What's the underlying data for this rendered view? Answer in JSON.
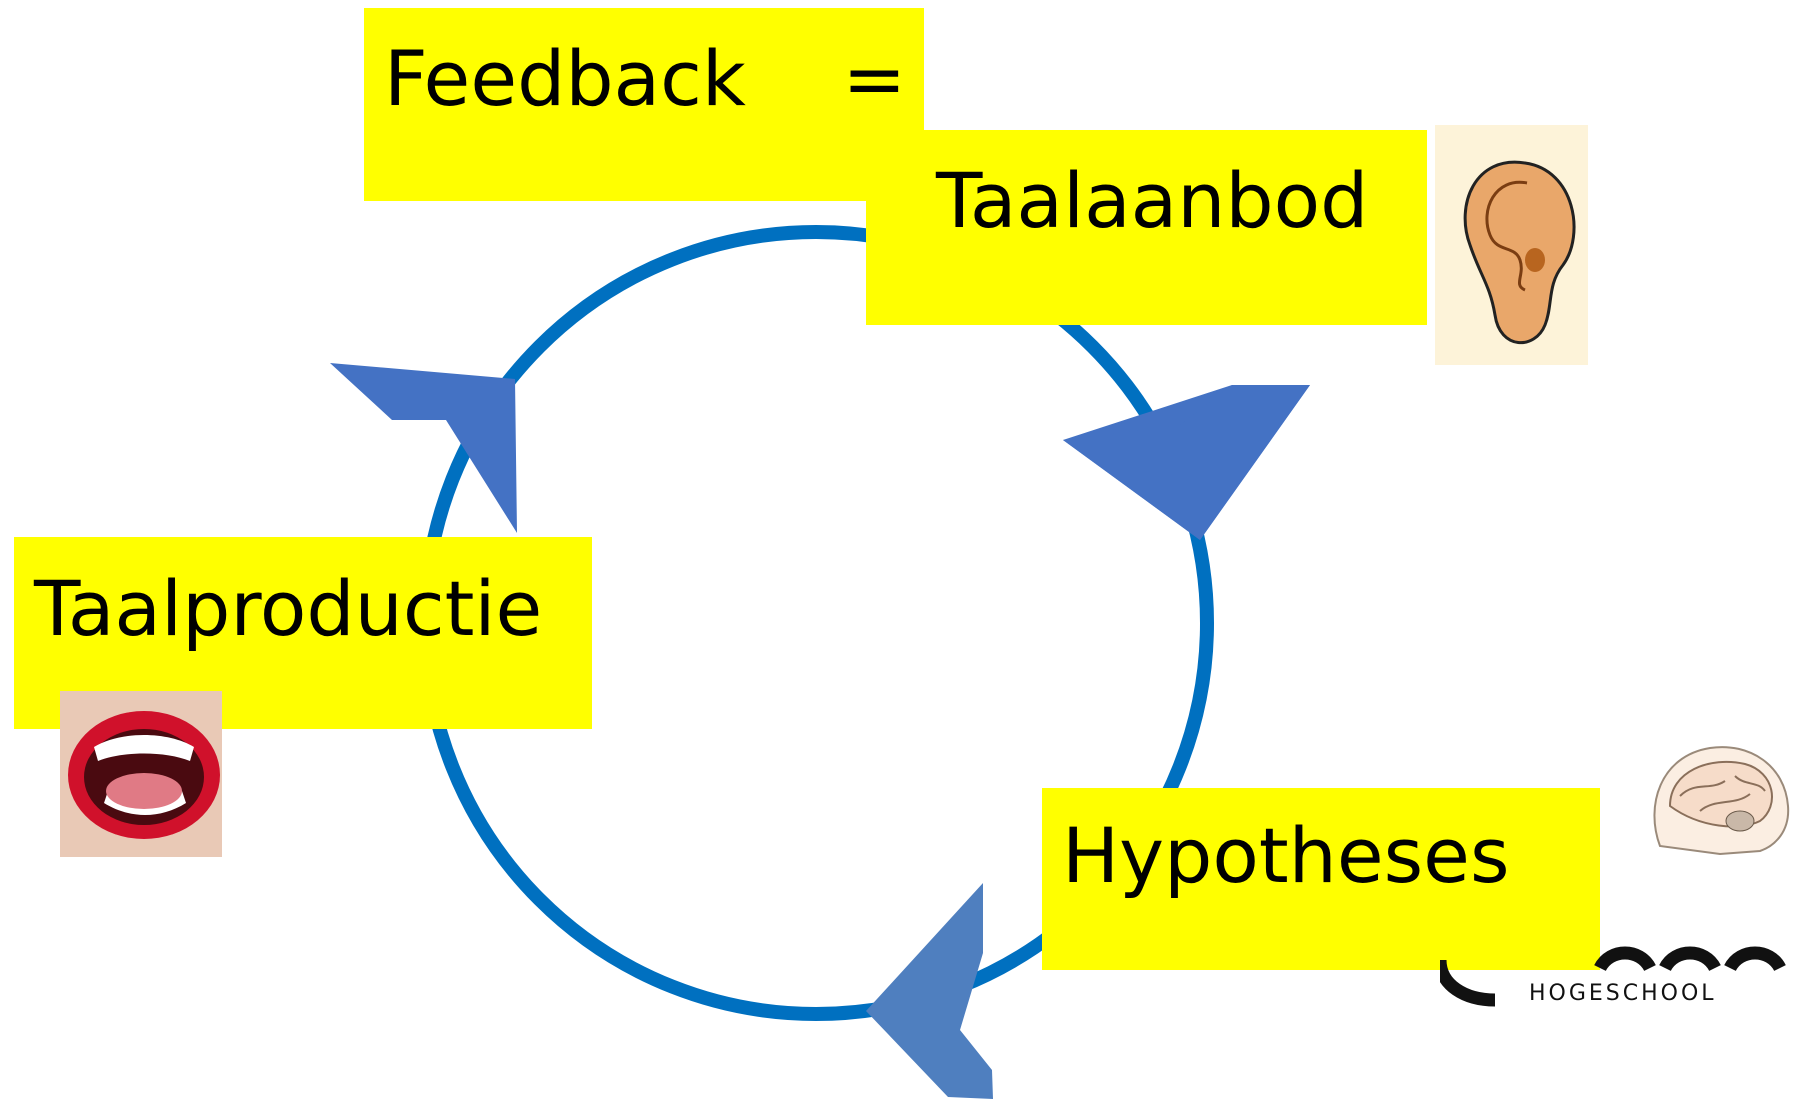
{
  "labels": {
    "feedback": "Feedback    =",
    "taalaanbod": "Taalaanbod",
    "taalproductie": "Taalproductie",
    "hypotheses": "Hypotheses"
  },
  "logo": {
    "text": "HOGESCHOOL"
  },
  "colors": {
    "cycle": "#0070c0",
    "arrow": "#4472c4",
    "label_bg": "#ffff00"
  },
  "icons": {
    "ear": "ear-icon",
    "mouth": "open-mouth-icon",
    "brain": "brain-icon"
  }
}
